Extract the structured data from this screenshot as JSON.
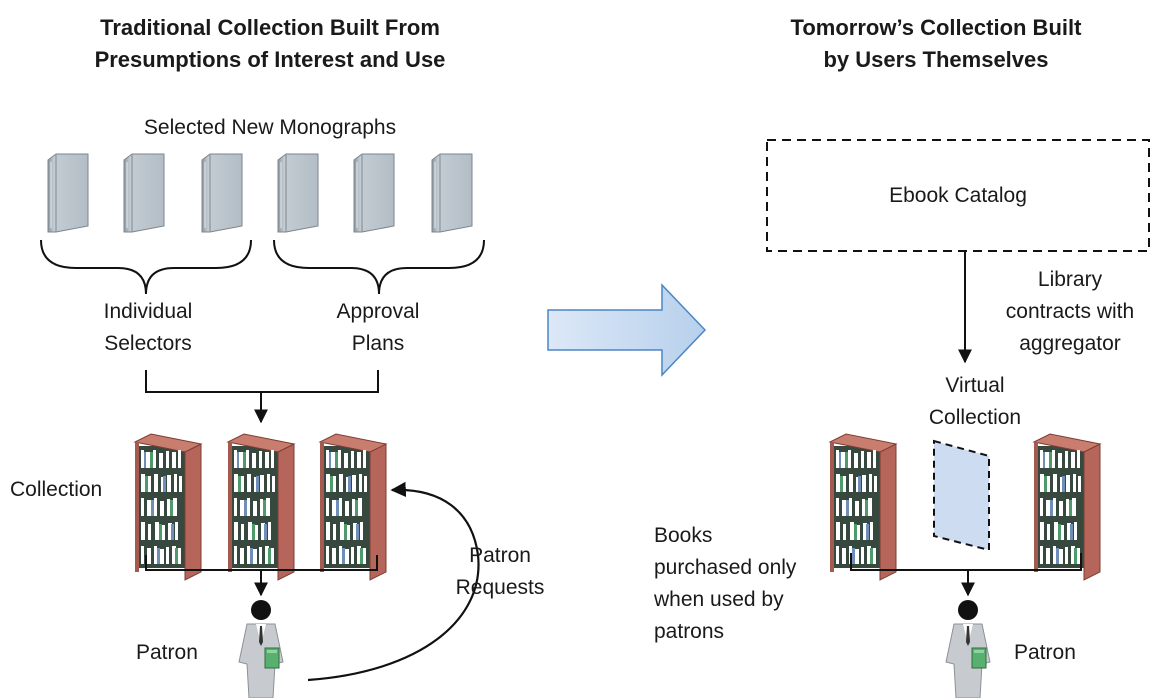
{
  "left": {
    "title_line1": "Traditional Collection Built From",
    "title_line2": "Presumptions of Interest and Use",
    "monographs_label": "Selected New Monographs",
    "individual_selectors_line1": "Individual",
    "individual_selectors_line2": "Selectors",
    "approval_plans_line1": "Approval",
    "approval_plans_line2": "Plans",
    "collection_label": "Collection",
    "patron_requests_line1": "Patron",
    "patron_requests_line2": "Requests",
    "patron_label": "Patron"
  },
  "right": {
    "title_line1": "Tomorrow’s Collection Built",
    "title_line2": "by Users Themselves",
    "ebook_catalog_label": "Ebook Catalog",
    "contract_line1": "Library",
    "contract_line2": "contracts with",
    "contract_line3": "aggregator",
    "virtual_line1": "Virtual",
    "virtual_line2": "Collection",
    "books_note_line1": "Books",
    "books_note_line2": "purchased only",
    "books_note_line3": "when used by",
    "books_note_line4": "patrons",
    "patron_label": "Patron"
  },
  "colors": {
    "book": "#bcc5cc",
    "shelf": "#b5655a",
    "virtual_fill": "#cddcf0",
    "arrow_fill": "#c9dcf2",
    "arrow_stroke": "#4a86c5"
  }
}
